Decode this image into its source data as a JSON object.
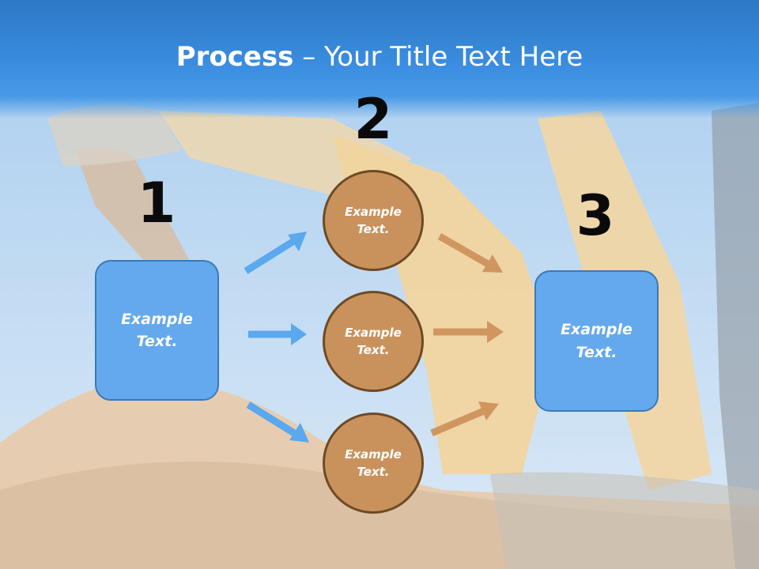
{
  "title": {
    "bold": "Process",
    "rest": " – Your Title Text Here"
  },
  "steps": [
    {
      "number": "1",
      "label": "Example Text."
    },
    {
      "number": "2",
      "label": "Example Text."
    },
    {
      "number": "3",
      "label": "Example Text."
    }
  ],
  "circles": [
    {
      "label": "Example Text."
    },
    {
      "label": "Example Text."
    },
    {
      "label": "Example Text."
    }
  ],
  "colors": {
    "title_bar": "#3a8de0",
    "box_fill": "#64a9ee",
    "box_border": "#3d78b6",
    "circle_fill": "#c9925c",
    "circle_border": "#6e4a25",
    "blue_arrow": "#5aa8ee",
    "brown_arrow": "#d09660"
  }
}
